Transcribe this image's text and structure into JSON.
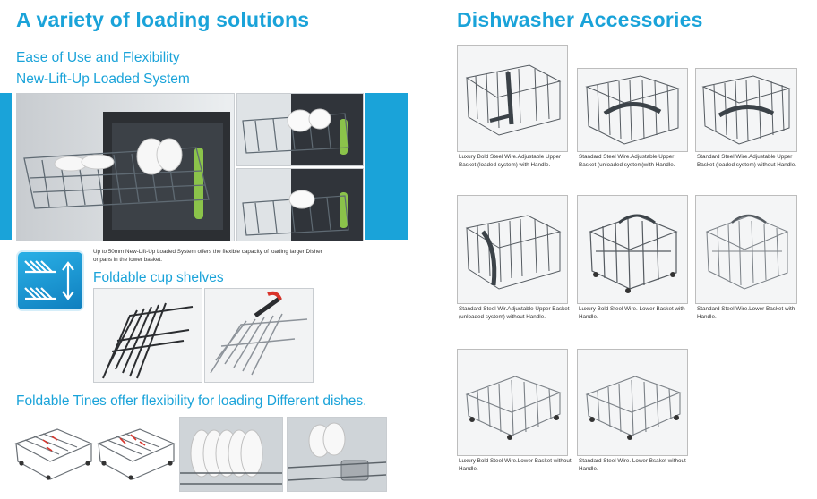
{
  "left": {
    "title": "A variety of loading solutions",
    "subtitle1": "Ease of Use and Flexibility",
    "subtitle2": "New-Lift-Up Loaded System",
    "liftup_caption": "Up to 50mm New-Lift-Up Loaded System offers the flexible capacity of loading larger Disher or pans in the lower basket.",
    "cup_shelves_heading": "Foldable cup shelves",
    "tines_heading": "Foldable Tines offer flexibility for loading Different dishes."
  },
  "right": {
    "title": "Dishwasher Accessories",
    "items": [
      {
        "caption": "Luxury Bold Steel Wire.Adjustable Upper Basket (loaded system) with Handle."
      },
      {
        "caption": "Standard Steel Wire.Adjustable Upper Basket (unloaded system)with Handle."
      },
      {
        "caption": "Standard Steel Wire.Adjustable Upper Basket (loaded system) without Handle."
      },
      {
        "caption": "Standard Steel Wir.Adjustable Upper Basket (unloaded system) without Handle."
      },
      {
        "caption": "Luxury Bold Steel Wire. Lower Basket with Handle."
      },
      {
        "caption": "Standard Steel Wire.Lower Basket with Handle."
      },
      {
        "caption": "Luxury Bold Steel Wire.Lower Basket without Handle."
      },
      {
        "caption": "Standard Steel Wire. Lower Bsaket without Handle."
      }
    ]
  },
  "colors": {
    "accent_blue": "#1aa3d9",
    "clip_green": "#8bc34a",
    "tine_red": "#d9342b"
  },
  "icons": {
    "liftup": "lift-up-arrows-icon"
  }
}
